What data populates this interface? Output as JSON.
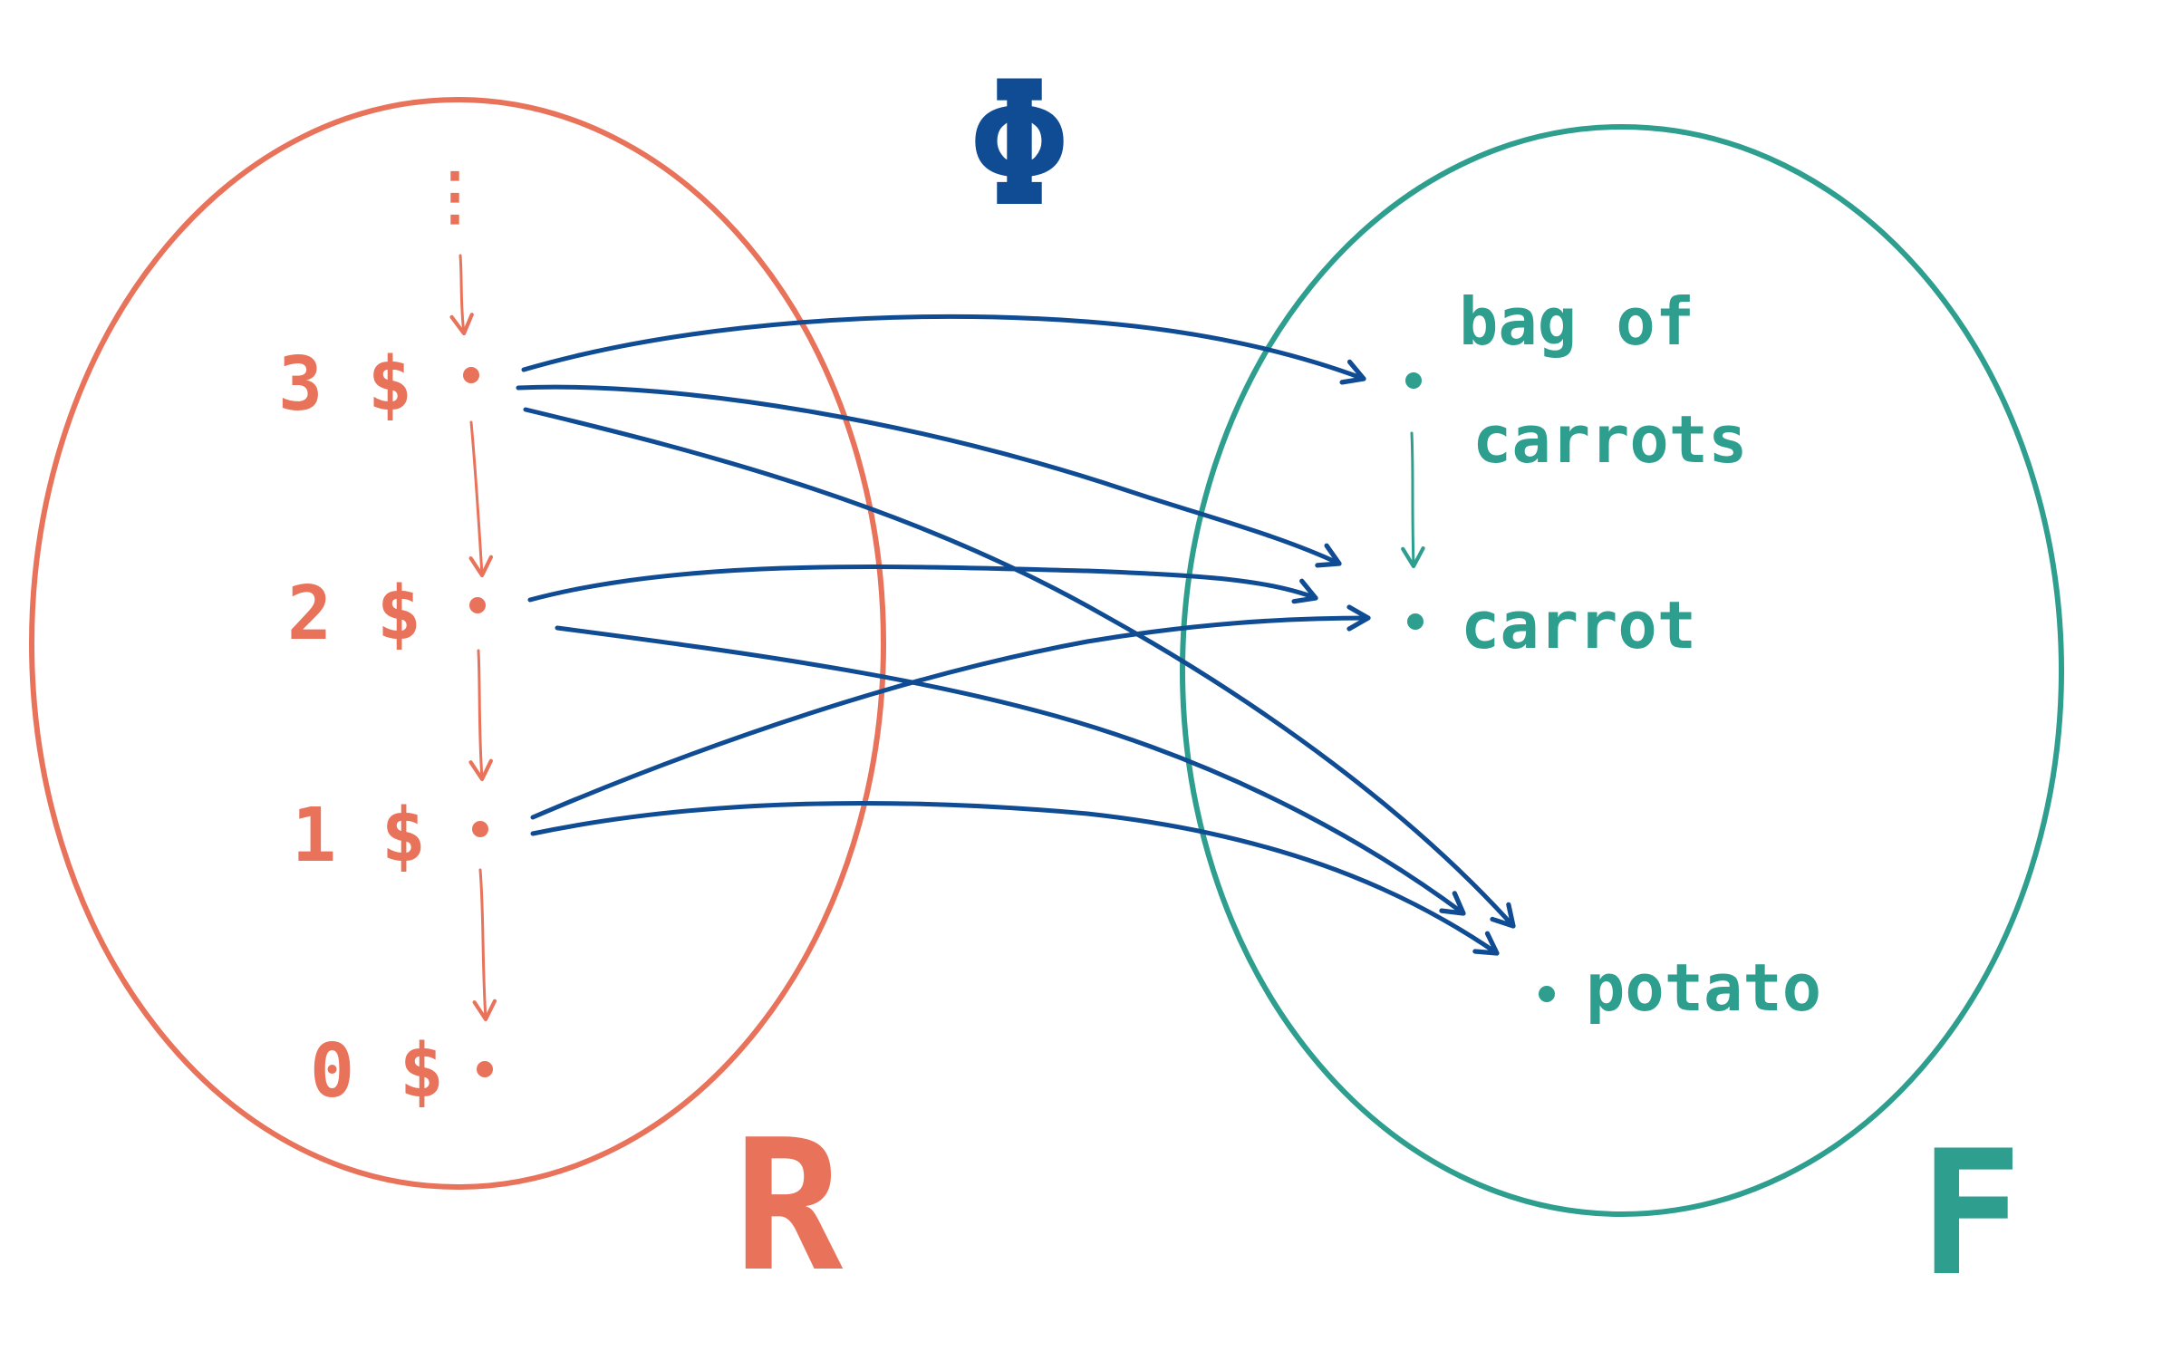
{
  "colors": {
    "left_set": "#E8735A",
    "right_set": "#2E9E8E",
    "mapping": "#0F4C93",
    "background": "#FFFFFF"
  },
  "left_set": {
    "label": "R",
    "top_ellipsis": "⋮",
    "elements": [
      {
        "id": "3",
        "label": "3 $"
      },
      {
        "id": "2",
        "label": "2 $"
      },
      {
        "id": "1",
        "label": "1 $"
      },
      {
        "id": "0",
        "label": "0 $"
      }
    ]
  },
  "right_set": {
    "label": "F",
    "elements": [
      {
        "id": "bag",
        "label_line1": "bag of",
        "label_line2": "carrots"
      },
      {
        "id": "carrot",
        "label": "carrot"
      },
      {
        "id": "potato",
        "label": "potato"
      }
    ]
  },
  "mapping": {
    "label": "Φ"
  }
}
